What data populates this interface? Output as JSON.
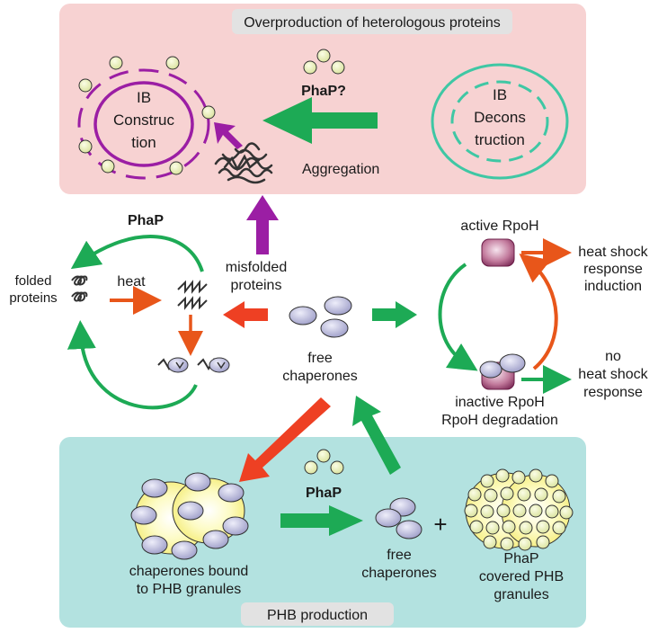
{
  "panels": {
    "top_title": "Overproduction of heterologous proteins",
    "bottom_title": "PHB production"
  },
  "labels": {
    "ib_construction": [
      "IB",
      "Construc",
      "tion"
    ],
    "ib_deconstruction": [
      "IB",
      "Decons",
      "truction"
    ],
    "phap_question": "PhaP?",
    "aggregation": "Aggregation",
    "phap_left": "PhaP",
    "folded_proteins": [
      "folded",
      "proteins"
    ],
    "heat": "heat",
    "misfolded_proteins": [
      "misfolded",
      "proteins"
    ],
    "free_chaperones_center": [
      "free",
      "chaperones"
    ],
    "active_rpoh": "active RpoH",
    "heat_shock_induction": [
      "heat shock",
      "response",
      "induction"
    ],
    "no_heat_shock": [
      "no",
      "heat shock",
      "response"
    ],
    "inactive_rpoh": [
      "inactive RpoH",
      "RpoH degradation"
    ],
    "phap_bottom": "PhaP",
    "chaperones_bound": [
      "chaperones bound",
      "to PHB granules"
    ],
    "free_chaperones_bottom": [
      "free",
      "chaperones"
    ],
    "plus": "+",
    "phap_covered": [
      "PhaP",
      "covered PHB",
      "granules"
    ]
  },
  "colors": {
    "top_panel": "#f7d2d2",
    "bottom_panel": "#b3e2e0",
    "green_arrow": "#1daa55",
    "red_arrow": "#ee4023",
    "orange_arrow": "#e8561a",
    "purple": "#9b1ea4",
    "teal_oval": "#3fc7a4",
    "chaperone": "#c3c3e2",
    "phap_granule": "#eef2b8",
    "phb_yellow": "#fbf7a6",
    "rpoh": "#a54a7b"
  }
}
